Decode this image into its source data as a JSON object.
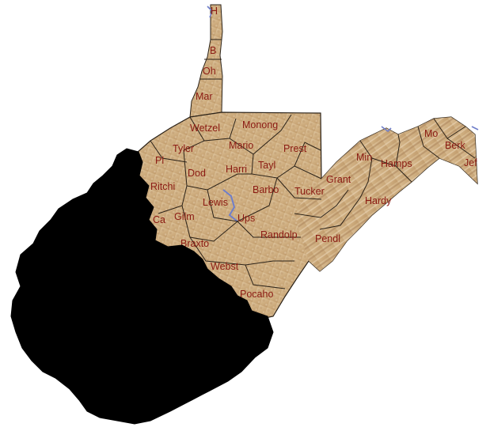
{
  "map": {
    "colors": {
      "terrain_light": "#d9bf96",
      "terrain_mid": "#c9a776",
      "terrain_dark": "#a9825a",
      "border": "#2b2218",
      "label": "#8b1a12",
      "water": "#6f7ec9",
      "mask": "#000000",
      "background": "#ffffff"
    },
    "county_labels": {
      "h": "H",
      "b": "B",
      "oh": "Oh",
      "mar": "Mar",
      "wetzel": "Wetzel",
      "monong": "Monong",
      "mario": "Mario",
      "prest": "Prest",
      "tyler": "Tyler",
      "pl": "Pl",
      "dod": "Dod",
      "harri": "Harri",
      "tayl": "Tayl",
      "ritchi": "Ritchi",
      "barbo": "Barbo",
      "tucker": "Tucker",
      "lewis": "Lewis",
      "ca": "Ca",
      "gilm": "Gilm",
      "ups": "Ups",
      "randolp": "Randolp",
      "braxto": "Braxto",
      "pendl": "Pendl",
      "webst": "Webst",
      "pocaho": "Pocaho",
      "grant": "Grant",
      "min": "Min",
      "hamps": "Hamps",
      "hardy": "Hardy",
      "mo": "Mo",
      "berk": "Berk",
      "jef": "Jef"
    }
  }
}
